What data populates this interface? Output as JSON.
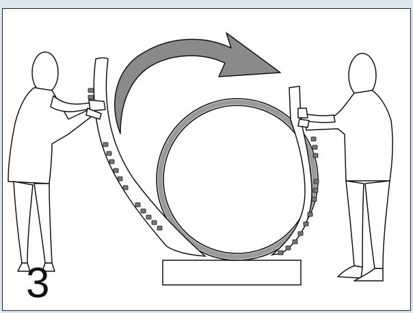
{
  "step_number": "3",
  "colors": {
    "outline": "#111111",
    "arrow_fill": "#8a8a8a",
    "band_fill": "#9a9a9a",
    "frame": "#dbe6ee",
    "background": "#ffffff"
  },
  "icons": [
    "person-left-figure",
    "person-right-figure",
    "rotation-arrow-icon",
    "belt-strip",
    "drum-roll",
    "base-block"
  ]
}
